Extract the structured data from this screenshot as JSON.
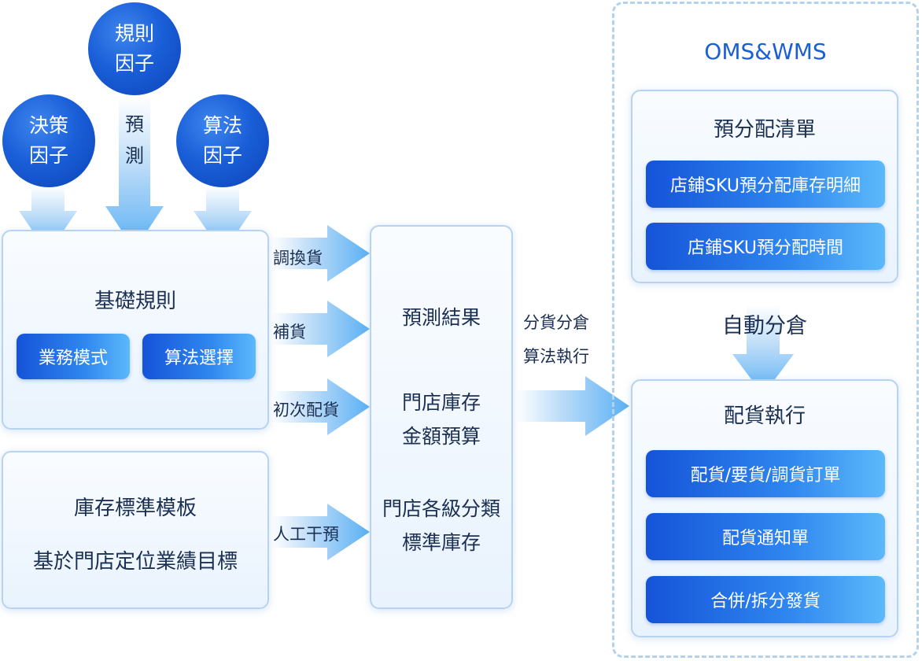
{
  "factors": {
    "rule": [
      "規則",
      "因子"
    ],
    "decision": [
      "決策",
      "因子"
    ],
    "algorithm": [
      "算法",
      "因子"
    ],
    "forecast": [
      "預",
      "測"
    ]
  },
  "basic_rules": {
    "title": "基礎規則",
    "buttons": [
      "業務模式",
      "算法選擇"
    ]
  },
  "inventory_template": {
    "line1": "庫存標準模板",
    "line2": "基於門店定位業績目標"
  },
  "arrow_labels": {
    "swap": "調換貨",
    "replenish": "補貨",
    "initial": "初次配貨",
    "manual": "人工干預"
  },
  "forecast_result": {
    "title": "預測結果",
    "budget": [
      "門店庫存",
      "金額預算"
    ],
    "standard": [
      "門店各級分類",
      "標準庫存"
    ]
  },
  "allocation_label": [
    "分貨分倉",
    "算法執行"
  ],
  "oms": {
    "title": "OMS&WMS",
    "pre_list": {
      "title": "預分配清單",
      "buttons": [
        "店鋪SKU預分配庫存明細",
        "店鋪SKU預分配時間"
      ]
    },
    "auto_label": "自動分倉",
    "execution": {
      "title": "配貨執行",
      "buttons": [
        "配貨/要貨/調貨訂單",
        "配貨通知單",
        "合併/拆分發貨"
      ]
    }
  },
  "colors": {
    "primary_blue": "#1553d8",
    "light_blue": "#5cb9fa",
    "panel_border": "#b7d3ef",
    "text_dark": "#1b2f52",
    "oms_title": "#1c5fd2"
  }
}
